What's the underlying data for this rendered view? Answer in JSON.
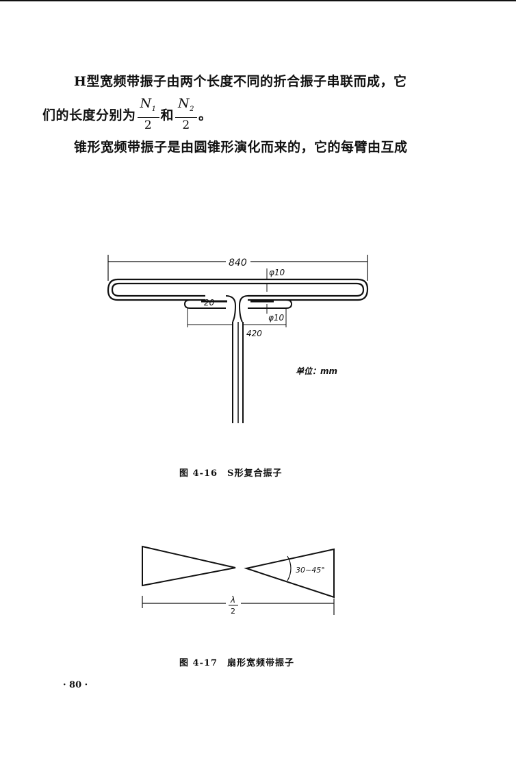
{
  "paragraphs": {
    "p1": "H型宽频带振子由两个长度不同的折合振子串联而成，它",
    "p2_before": "们的长度分别为",
    "frac1": {
      "num": "N",
      "sub": "1",
      "den": "2"
    },
    "p2_middle": "和",
    "frac2": {
      "num": "N",
      "sub": "2",
      "den": "2"
    },
    "p2_after": "。",
    "p3": "锥形宽频带振子是由圆锥形演化而来的，它的每臂由互成"
  },
  "figure1": {
    "dim_length": "840",
    "dim_diameter_top": "φ10",
    "dim_gap": "20",
    "dim_diameter_bottom": "φ10",
    "dim_inner": "420",
    "unit_label": "单位：mm",
    "caption": "图 4-16　S形复合振子"
  },
  "figure2": {
    "angle_label": "30~45°",
    "lambda_num": "λ",
    "lambda_den": "2",
    "caption": "图 4-17　扇形宽频带振子"
  },
  "page_number": "· 80 ·"
}
